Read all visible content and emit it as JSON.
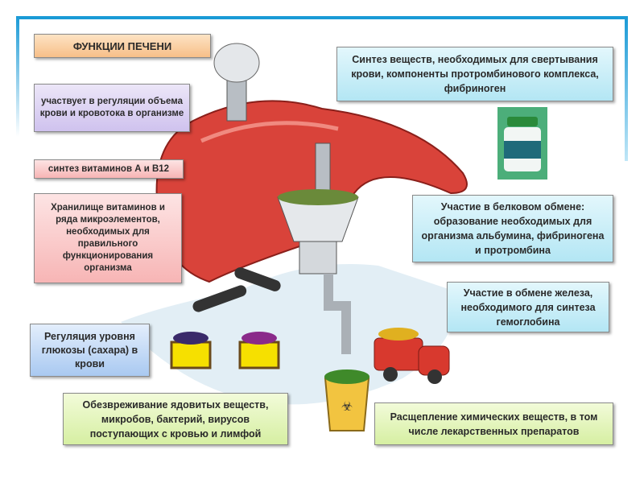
{
  "title": "ФУНКЦИИ ПЕЧЕНИ",
  "functions": {
    "blood_volume": "участвует в регуляции объема крови и кровотока в организме",
    "vitamins_synthesis": "синтез витаминов А и В12",
    "storage": "Хранилище витаминов и ряда микроэлементов, необходимых для правильного функционирования организма",
    "glucose": "Регуляция уровня глюкозы (сахара) в крови",
    "detox": "Обезвреживание ядовитых веществ, микробов, бактерий, вирусов поступающих с кровью и лимфой",
    "coagulation": "Синтез веществ, необходимых для свертывания крови, компоненты протромбинового комплекса, фибриноген",
    "protein": "Участие в белковом обмене: образование необходимых для организма альбумина, фибриногена и протромбина",
    "iron": "Участие в обмене железа, необходимого для синтеза гемоглобина",
    "chemicals": "Расщепление химических веществ, в том числе лекарственных препаратов"
  },
  "colors": {
    "frame": "#1a9ad6",
    "liver": "#d9433a"
  }
}
